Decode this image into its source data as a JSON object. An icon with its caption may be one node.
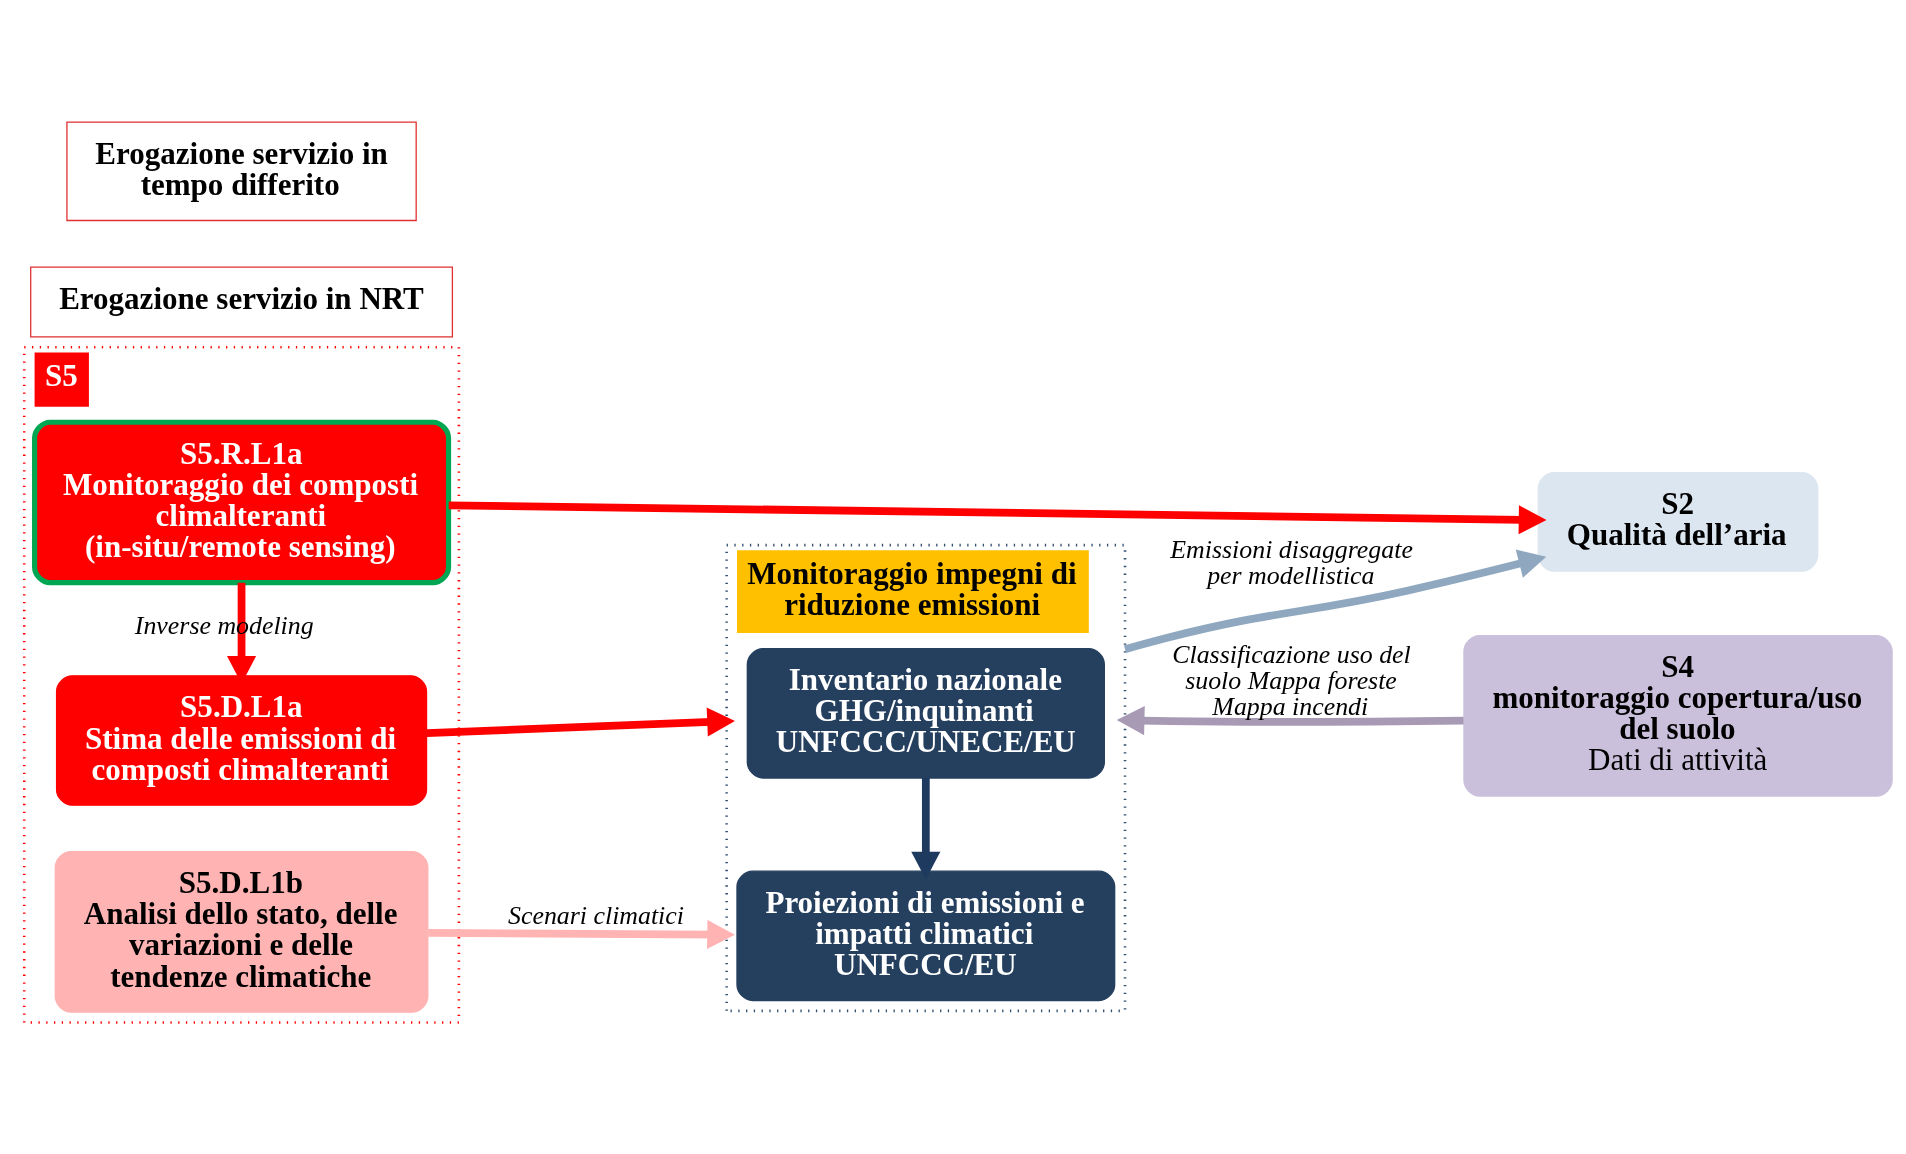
{
  "diagram": {
    "nodes": [
      {
        "text": [
          "S5"
        ]
      },
      {
        "text": [
          "S5.R.L1a",
          "Monitoraggio dei composti climalteranti (in-situ/remote sensing)"
        ],
        "in": 0
      },
      {
        "text": [
          "S5.D.L1a",
          "Stima delle emissioni di composti climalteranti"
        ],
        "in": 0
      },
      {
        "text": [
          "S5.D.L1b",
          "Analisi dello stato, delle variazioni e delle tendenze climatiche"
        ],
        "in": 0
      },
      {
        "text": [
          "Monitoraggio impegni di riduzione emissioni"
        ]
      },
      {
        "text": [
          "Inventario nazionale GHG/inquinanti UNFCCC/UNECE/EU"
        ],
        "in": 4
      },
      {
        "text": [
          "Proiezioni di emissioni e impatti climatici",
          "UNFCCC/EU"
        ],
        "in": 4
      },
      {
        "text": [
          "S2",
          "Qualità dell’aria"
        ]
      },
      {
        "text": [
          "S4",
          "monitoraggio copertura/uso del suolo",
          "Dati di attività"
        ]
      },
      {
        "text": [
          "Erogazione servizio in NRT"
        ]
      },
      {
        "text": [
          "Erogazione servizio in tempo differito"
        ]
      }
    ],
    "edges": [
      {
        "from": 1,
        "to": 7,
        "arrow": "to",
        "color": "#ff0000"
      },
      {
        "from": 1,
        "to": 2,
        "arrow": "to",
        "label": "Inverse modeling",
        "color": "#ff0000"
      },
      {
        "from": 2,
        "to": 4,
        "arrow": "to",
        "color": "#ff0000"
      },
      {
        "from": 3,
        "to": 4,
        "arrow": "to",
        "label": "Scenari climatici",
        "color": "#ffb3b3"
      },
      {
        "from": 5,
        "to": 6,
        "arrow": "to",
        "color": "#1f3a5f"
      },
      {
        "from": 4,
        "to": 7,
        "arrow": "to",
        "label": "Emissioni disaggregate per modellistica",
        "color": "#8fa8bf"
      },
      {
        "from": 8,
        "to": 4,
        "arrow": "to",
        "label": "Classificazione uso del suolo Mappa foreste Mappa incendi",
        "color": "#a89ab5"
      }
    ]
  }
}
